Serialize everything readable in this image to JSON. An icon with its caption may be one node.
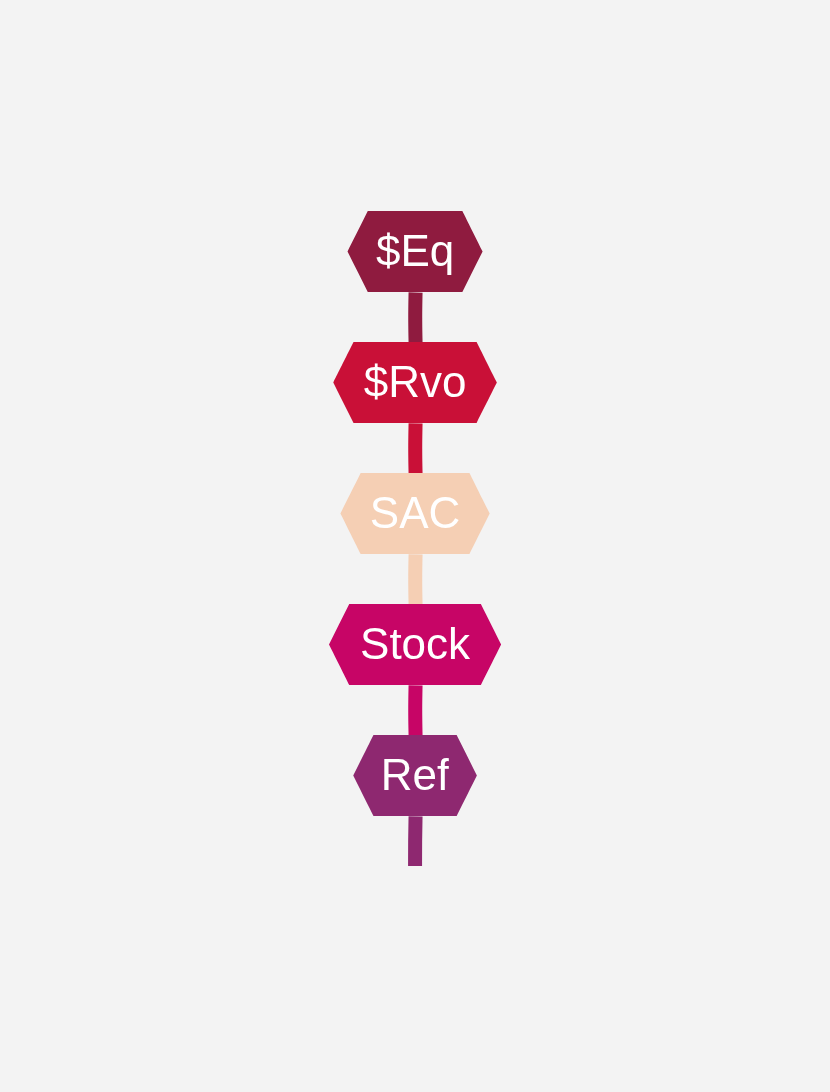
{
  "diagram": {
    "nodes": [
      {
        "text": [
          "$Eq"
        ]
      },
      {
        "text": [
          "$Rvo"
        ]
      },
      {
        "text": [
          "SAC"
        ]
      },
      {
        "text": [
          "Stock"
        ]
      },
      {
        "text": [
          "Ref"
        ]
      }
    ],
    "edges": [
      {
        "from": 0,
        "to": 1,
        "arrow": "none",
        "color": "#8f1b3f"
      },
      {
        "from": 1,
        "to": 2,
        "arrow": "none",
        "color": "#c91037"
      },
      {
        "from": 2,
        "to": 3,
        "arrow": "none",
        "color": "#f5cfb4"
      },
      {
        "from": 3,
        "to": 4,
        "arrow": "none",
        "color": "#c70566"
      },
      {
        "from": 4,
        "to": null,
        "arrow": "none",
        "color": "#8e2870"
      }
    ]
  }
}
